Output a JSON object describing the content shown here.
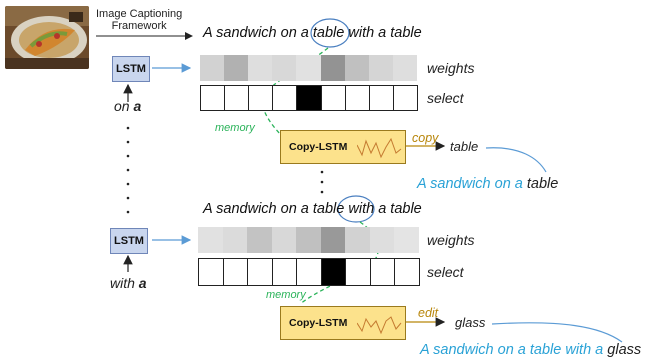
{
  "framework_label_1": "Image Captioning",
  "framework_label_2": "Framework",
  "top": {
    "caption_before": "A sandwich on a ",
    "caption_focus": "table",
    "caption_after": " with a table",
    "input_word": "on ",
    "input_word_bold": "a",
    "lstm_label": "LSTM",
    "weights_label": "weights",
    "select_label": "select",
    "memory_label": "memory",
    "copy_lstm_label": "Copy-LSTM",
    "op_label": "copy",
    "output_word": "table",
    "result_prefix": "A sandwich on a ",
    "result_last": "table",
    "weights": [
      0.2,
      0.42,
      0.12,
      0.16,
      0.1,
      0.62,
      0.32,
      0.18,
      0.12
    ],
    "selected_index": 4
  },
  "bottom": {
    "caption_before": "A sandwich on a table ",
    "caption_focus": "with",
    "caption_after": " a table",
    "input_word": "with ",
    "input_word_bold": "a",
    "lstm_label": "LSTM",
    "weights_label": "weights",
    "select_label": "select",
    "memory_label": "memory",
    "copy_lstm_label": "Copy-LSTM",
    "op_label": "edit",
    "output_word": "glass",
    "result_prefix": "A sandwich on a table with a ",
    "result_last": "glass",
    "weights": [
      0.1,
      0.14,
      0.3,
      0.16,
      0.32,
      0.58,
      0.2,
      0.12,
      0.08
    ],
    "selected_index": 5
  },
  "colors": {
    "arrow_blue": "#5b9bd5",
    "memory_green": "#2bb35a",
    "op_gold": "#b8860b",
    "result_blue": "#2aa2d6",
    "lstm_fill": "#c9d6ee",
    "copy_lstm_fill": "#fce28c"
  }
}
